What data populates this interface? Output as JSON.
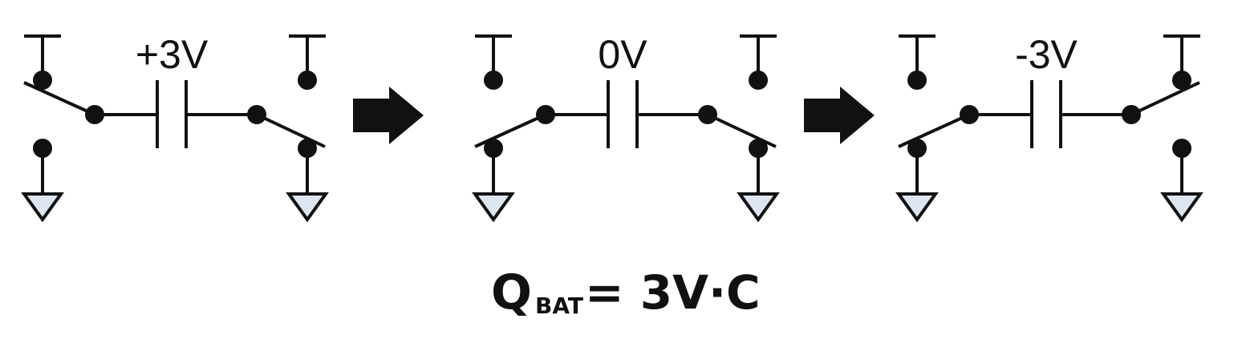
{
  "circuits": [
    {
      "label": "+3V",
      "left_switch": "top",
      "right_switch": "bottom"
    },
    {
      "label": "0V",
      "left_switch": "bottom",
      "right_switch": "bottom"
    },
    {
      "label": "-3V",
      "left_switch": "bottom",
      "right_switch": "top"
    }
  ],
  "arrows": [
    "arrow-right-icon",
    "arrow-right-icon"
  ],
  "formula": {
    "main": "Q",
    "subscript": "BAT",
    "rest": "= 3V·C"
  },
  "colors": {
    "stroke": "#111111",
    "ground_fill": "#dde6f0"
  }
}
